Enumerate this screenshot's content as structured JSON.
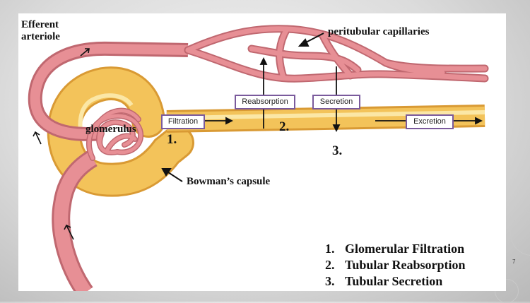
{
  "labels": {
    "efferent_line1": "Efferent",
    "efferent_line2": "arteriole",
    "peritubular": "peritubular capillaries",
    "glomerulus": "glomerulus",
    "bowmans": "Bowman’s capsule"
  },
  "process_boxes": {
    "filtration": "Filtration",
    "reabsorption": "Reabsorption",
    "secretion": "Secretion",
    "excretion": "Excretion"
  },
  "step_numbers": {
    "one": "1.",
    "two": "2.",
    "three": "3."
  },
  "legend": [
    {
      "num": "1.",
      "text": "Glomerular Filtration"
    },
    {
      "num": "2.",
      "text": "Tubular Reabsorption"
    },
    {
      "num": "3.",
      "text": "Tubular Secretion"
    }
  ],
  "page_number": "7",
  "colors": {
    "vessel": "#e78f95",
    "vessel_dark": "#c06870",
    "tubule": "#f3c35a",
    "tubule_light": "#fbe7a6",
    "box_border": "#7a5a9c"
  }
}
